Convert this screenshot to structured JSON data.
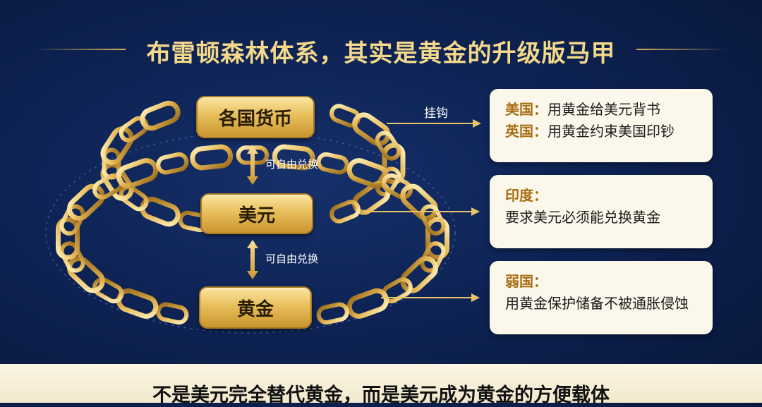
{
  "title": "布雷顿森林体系，其实是黄金的升级版马甲",
  "plates": {
    "top": "各国货币",
    "middle": "美元",
    "bottom": "黄金"
  },
  "exchange_labels": [
    "可自由兑换",
    "可自由兑换"
  ],
  "peg_label": "挂钩",
  "cards": [
    {
      "lines": [
        {
          "key": "美国：",
          "text": "用黄金给美元背书"
        },
        {
          "key": "英国：",
          "text": "用黄金约束美国印钞"
        }
      ]
    },
    {
      "key": "印度：",
      "text": "要求美元必须能兑换黄金"
    },
    {
      "key": "弱国：",
      "text": "用黄金保护储备不被通胀侵蚀"
    }
  ],
  "footer": "不是美元完全替代黄金，而是美元成为黄金的方便载体",
  "colors": {
    "background": "#0e2354",
    "gold": "#e8bf5c",
    "title": "#f4d98a",
    "card_bg": "#fbf7ea",
    "card_key": "#a86d12"
  }
}
